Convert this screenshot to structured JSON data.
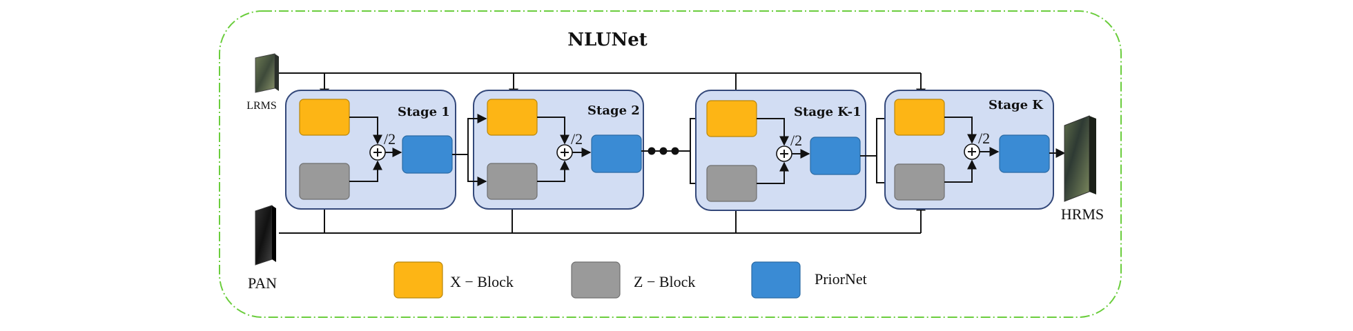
{
  "diagram": {
    "title": "NLUNet",
    "inputs": {
      "lrms": "LRMS",
      "pan": "PAN"
    },
    "output": "HRMS",
    "half_label": "/2",
    "stages": [
      {
        "label": "Stage 1"
      },
      {
        "label": "Stage 2"
      },
      {
        "label": "Stage K-1"
      },
      {
        "label": "Stage K"
      }
    ],
    "legend": [
      {
        "label": "X − Block",
        "color": "#FDB515"
      },
      {
        "label": "Z − Block",
        "color": "#9A9A9A"
      },
      {
        "label": "PriorNet",
        "color": "#3A8BD4"
      }
    ],
    "colors": {
      "stage_fill": "#D2DDF3",
      "stage_stroke": "#33487A",
      "frame": "#6ACD3C",
      "x_block": "#FDB515",
      "z_block": "#9A9A9A",
      "prior_net": "#3A8BD4"
    }
  }
}
